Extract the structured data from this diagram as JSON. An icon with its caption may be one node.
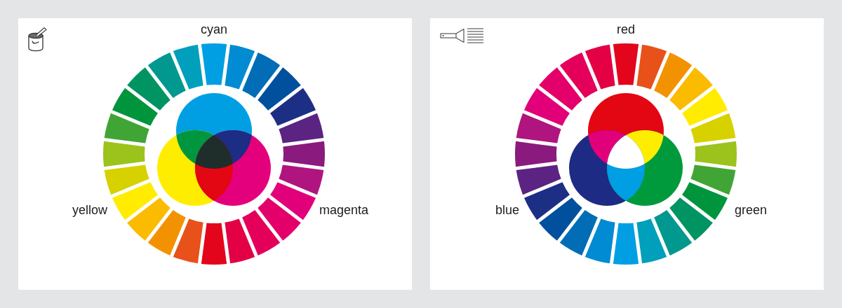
{
  "diagram": {
    "labels": [
      "cyan",
      "yellow",
      "magenta",
      "red",
      "blue",
      "green"
    ]
  }
}
